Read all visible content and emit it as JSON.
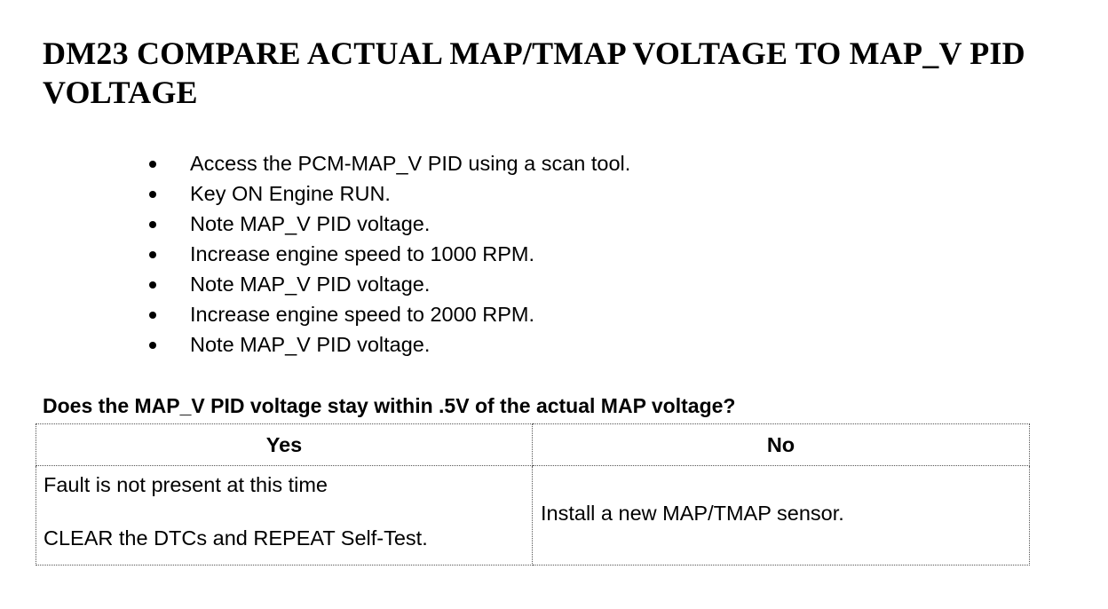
{
  "document": {
    "title": "DM23 COMPARE ACTUAL MAP/TMAP VOLTAGE TO MAP_V PID VOLTAGE",
    "steps": [
      "Access the PCM-MAP_V PID using a scan tool.",
      "Key ON Engine RUN.",
      "Note MAP_V PID voltage.",
      "Increase engine speed to 1000 RPM.",
      "Note MAP_V PID voltage.",
      "Increase engine speed to 2000 RPM.",
      "Note MAP_V PID voltage."
    ],
    "question": "Does the MAP_V PID voltage stay within .5V of the actual MAP voltage?",
    "table": {
      "headers": [
        "Yes",
        "No"
      ],
      "yes": {
        "line1": "Fault is not present at this time",
        "line2": "CLEAR the DTCs and REPEAT Self-Test."
      },
      "no": "Install a new MAP/TMAP sensor."
    }
  }
}
